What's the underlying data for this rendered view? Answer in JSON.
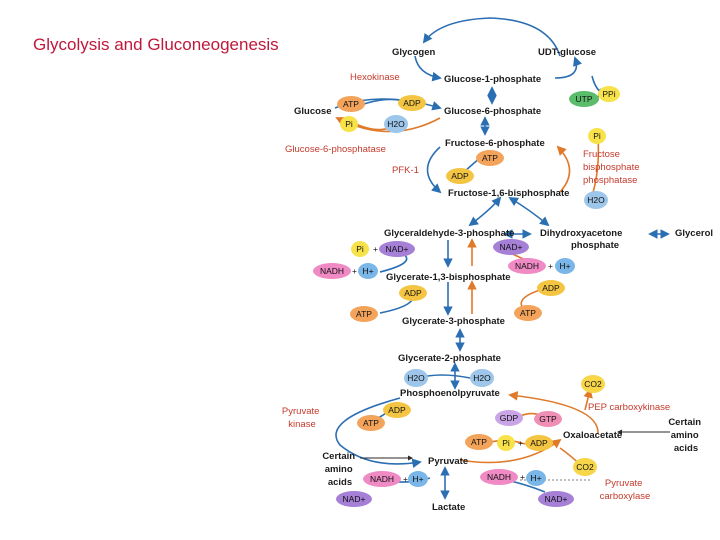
{
  "title": "Glycolysis  and Gluconeogenesis",
  "colors": {
    "arrow_blue": "#2b6fb3",
    "arrow_orange": "#e07a2a",
    "label_red": "#c43a2c",
    "title_red": "#c0183a",
    "atp": "#f3a35a",
    "adp": "#f4c542",
    "pi": "#f7e24a",
    "h2o": "#9dc6ea",
    "nad": "#a67fd6",
    "nadh": "#ef8ac5",
    "hplus": "#7ab6e8",
    "co2": "#f7d64a",
    "gdp": "#c9a4e6",
    "gtp": "#ef8fb5",
    "utp": "#5bbd6b",
    "pp": "#f7e24a"
  },
  "metabolites": {
    "glycogen": "Glycogen",
    "udt_glucose": "UDT-glucose",
    "glucose_1_phosphate": "Glucose-1-phosphate",
    "glucose": "Glucose",
    "glucose_6_phosphate": "Glucose-6-phosphate",
    "fructose_6_phosphate": "Fructose-6-phosphate",
    "fructose_1_6_bisphosphate": "Fructose-1,6-bisphosphate",
    "glyceraldehyde_3_phosphate": "Glyceraldehyde-3-phosphate",
    "dihydroxyacetone": "Dihydroxyacetone",
    "phosphate": "phosphate",
    "glycerol": "Glycerol",
    "glycerate_1_3_bisphosphate": "Glycerate-1,3-bisphosphate",
    "glycerate_3_phosphate": "Glycerate-3-phosphate",
    "glycerate_2_phosphate": "Glycerate-2-phosphate",
    "phosphoenolpyruvate": "Phosphoenolpyruvate",
    "oxaloacetate": "Oxaloacetate",
    "pyruvate": "Pyruvate",
    "lactate": "Lactate",
    "certain_amino_acids_left": [
      "Certain",
      "amino",
      "acids"
    ],
    "certain_amino_acids_right": [
      "Certain",
      "amino",
      "acids"
    ]
  },
  "enzymes": {
    "hexokinase": "Hexokinase",
    "glucose_6_phosphatase": "Glucose-6-phosphatase",
    "pfk1": "PFK-1",
    "fbpase": [
      "Fructose",
      "bisphosphate",
      "phosphatase"
    ],
    "pyruvate_kinase": [
      "Pyruvate",
      "kinase"
    ],
    "pep_carboxykinase": "PEP carboxykinase",
    "pyruvate_carboxylase": [
      "Pyruvate",
      "carboxylase"
    ]
  },
  "cofactors": {
    "atp": "ATP",
    "adp": "ADP",
    "pi": "Pi",
    "h2o": "H2O",
    "nad": "NAD+",
    "nadh": "NADH",
    "hplus": "H+",
    "co2": "CO2",
    "gdp": "GDP",
    "gtp": "GTP",
    "utp": "UTP",
    "pp": "PPi",
    "plus": "+"
  }
}
